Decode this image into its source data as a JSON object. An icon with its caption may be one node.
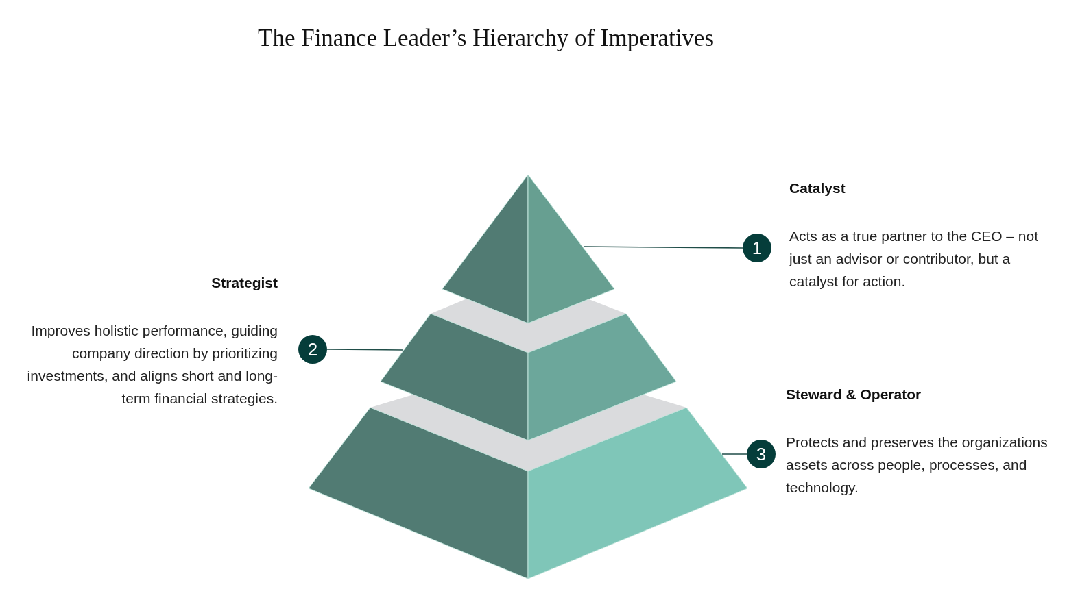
{
  "diagram": {
    "title": "The Finance Leader’s Hierarchy of Imperatives",
    "nodes": [
      {
        "text": [],
        "shape": "triangle"
      },
      {
        "text": [],
        "shape": "trapezoid"
      },
      {
        "text": [],
        "shape": "trapezoid"
      },
      {
        "text": [
          "1"
        ],
        "beside": [
          "Catalyst",
          "Acts as a true partner to the CEO – not just an advisor or contributor, but a catalyst for action."
        ]
      },
      {
        "text": [
          "2"
        ],
        "beside": [
          "Strategist",
          "Improves holistic performance, guiding company direction by prioritizing investments, and aligns short and long-term financial strategies."
        ]
      },
      {
        "text": [
          "3"
        ],
        "beside": [
          "Steward & Operator",
          "Protects and preserves the organizations assets across people, processes, and technology."
        ]
      }
    ],
    "edges": [
      {
        "from": 3,
        "to": 0,
        "arrow": "none"
      },
      {
        "from": 4,
        "to": 1,
        "arrow": "none"
      },
      {
        "from": 5,
        "to": 2,
        "arrow": "none"
      }
    ]
  }
}
